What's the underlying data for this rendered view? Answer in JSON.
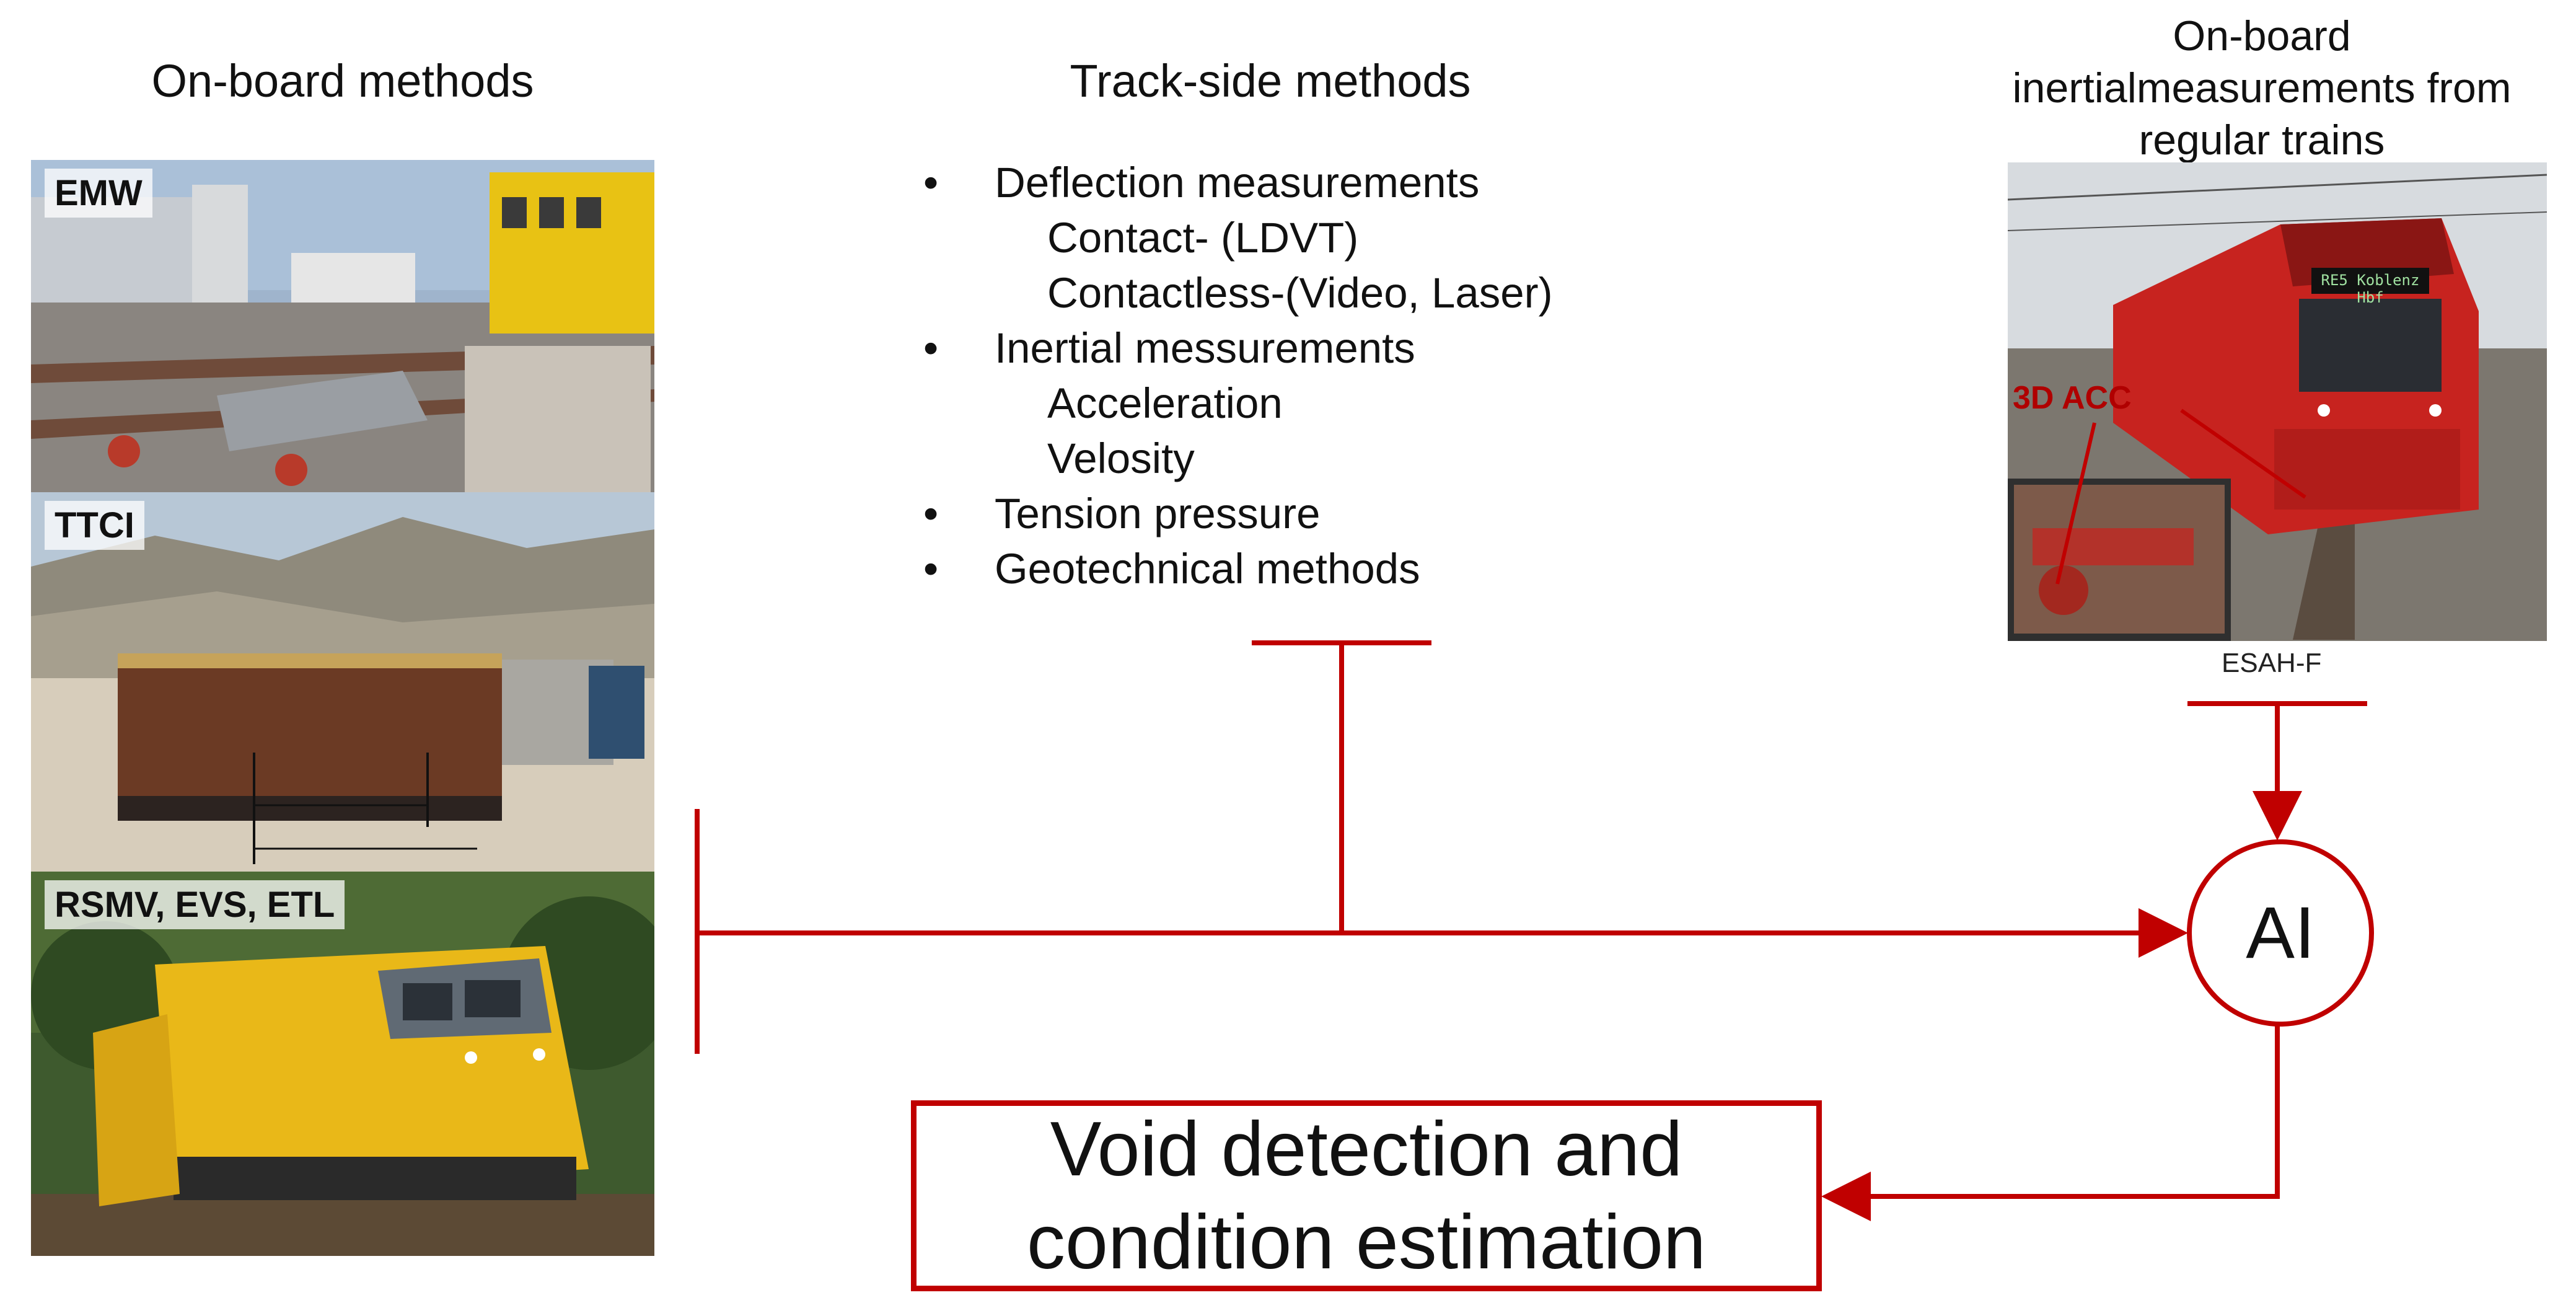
{
  "headings": {
    "onboard": "On-board methods",
    "trackside": "Track-side methods",
    "regular_line1": "On-board",
    "regular_line2": "inertialmeasurements from",
    "regular_line3": "regular trains"
  },
  "onboard_photos": [
    {
      "label": "EMW",
      "subject": "yellow track measurement vehicle"
    },
    {
      "label": "TTCI",
      "subject": "brown test car with locomotive"
    },
    {
      "label": "RSMV, EVS, ETL",
      "subject": "yellow measurement locomotive"
    }
  ],
  "trackside_methods": [
    {
      "text": "Deflection measurements",
      "sub": [
        "Contact- (LDVT)",
        "Contactless-(Video, Laser)"
      ]
    },
    {
      "text": "Inertial messurements",
      "sub": [
        "Acceleration",
        "Velosity"
      ]
    },
    {
      "text": "Tension pressure",
      "sub": []
    },
    {
      "text": "Geotechnical methods",
      "sub": []
    }
  ],
  "bullet_char": "•",
  "regular_train": {
    "sensor_label": "3D ACC",
    "destination_display": "RE5 Koblenz Hbf",
    "caption": "ESAH-F"
  },
  "ai_node": "AI",
  "result": {
    "line1": "Void detection and",
    "line2": "condition estimation"
  },
  "colors": {
    "connector": "#c00000"
  }
}
